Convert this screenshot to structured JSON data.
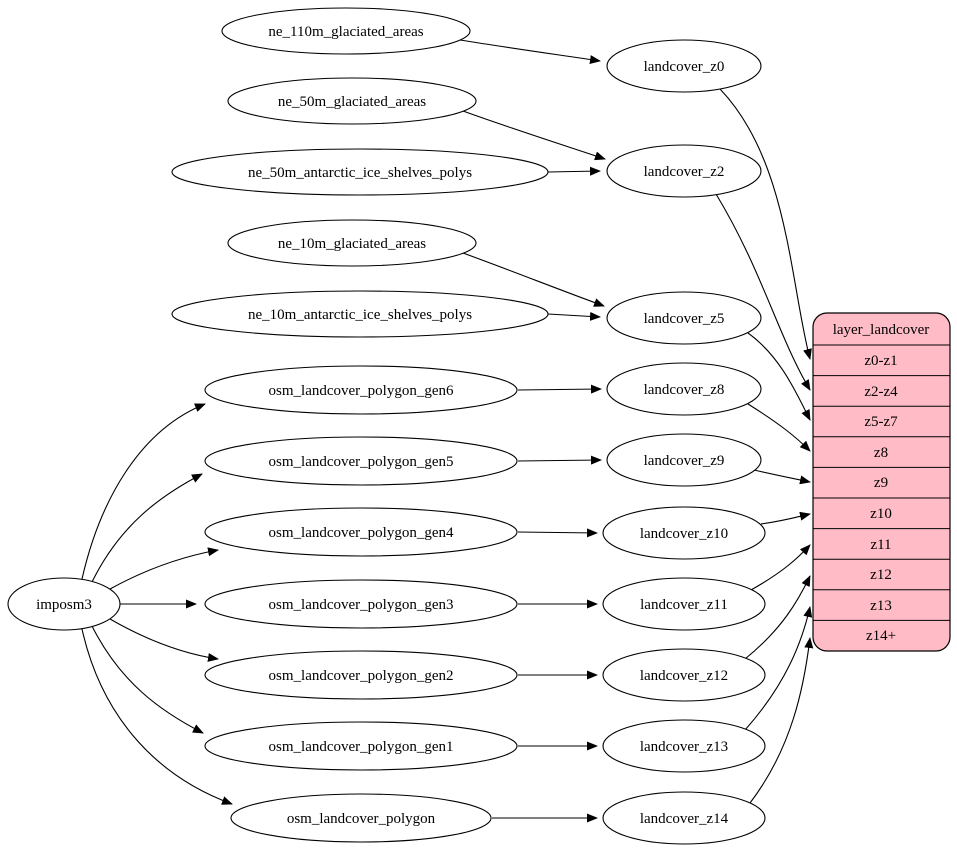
{
  "graph": {
    "importer": {
      "label": "imposm3"
    },
    "sources": [
      "ne_110m_glaciated_areas",
      "ne_50m_glaciated_areas",
      "ne_50m_antarctic_ice_shelves_polys",
      "ne_10m_glaciated_areas",
      "ne_10m_antarctic_ice_shelves_polys",
      "osm_landcover_polygon_gen6",
      "osm_landcover_polygon_gen5",
      "osm_landcover_polygon_gen4",
      "osm_landcover_polygon_gen3",
      "osm_landcover_polygon_gen2",
      "osm_landcover_polygon_gen1",
      "osm_landcover_polygon"
    ],
    "intermediate": [
      "landcover_z0",
      "landcover_z2",
      "landcover_z5",
      "landcover_z8",
      "landcover_z9",
      "landcover_z10",
      "landcover_z11",
      "landcover_z12",
      "landcover_z13",
      "landcover_z14"
    ],
    "layer_table": {
      "title": "layer_landcover",
      "rows": [
        "z0-z1",
        "z2-z4",
        "z5-z7",
        "z8",
        "z9",
        "z10",
        "z11",
        "z12",
        "z13",
        "z14+"
      ]
    },
    "colors": {
      "background": "#ffffff",
      "node_fill": "#ffffff",
      "stroke": "#000000",
      "table_fill": "#ffbcc7"
    }
  }
}
